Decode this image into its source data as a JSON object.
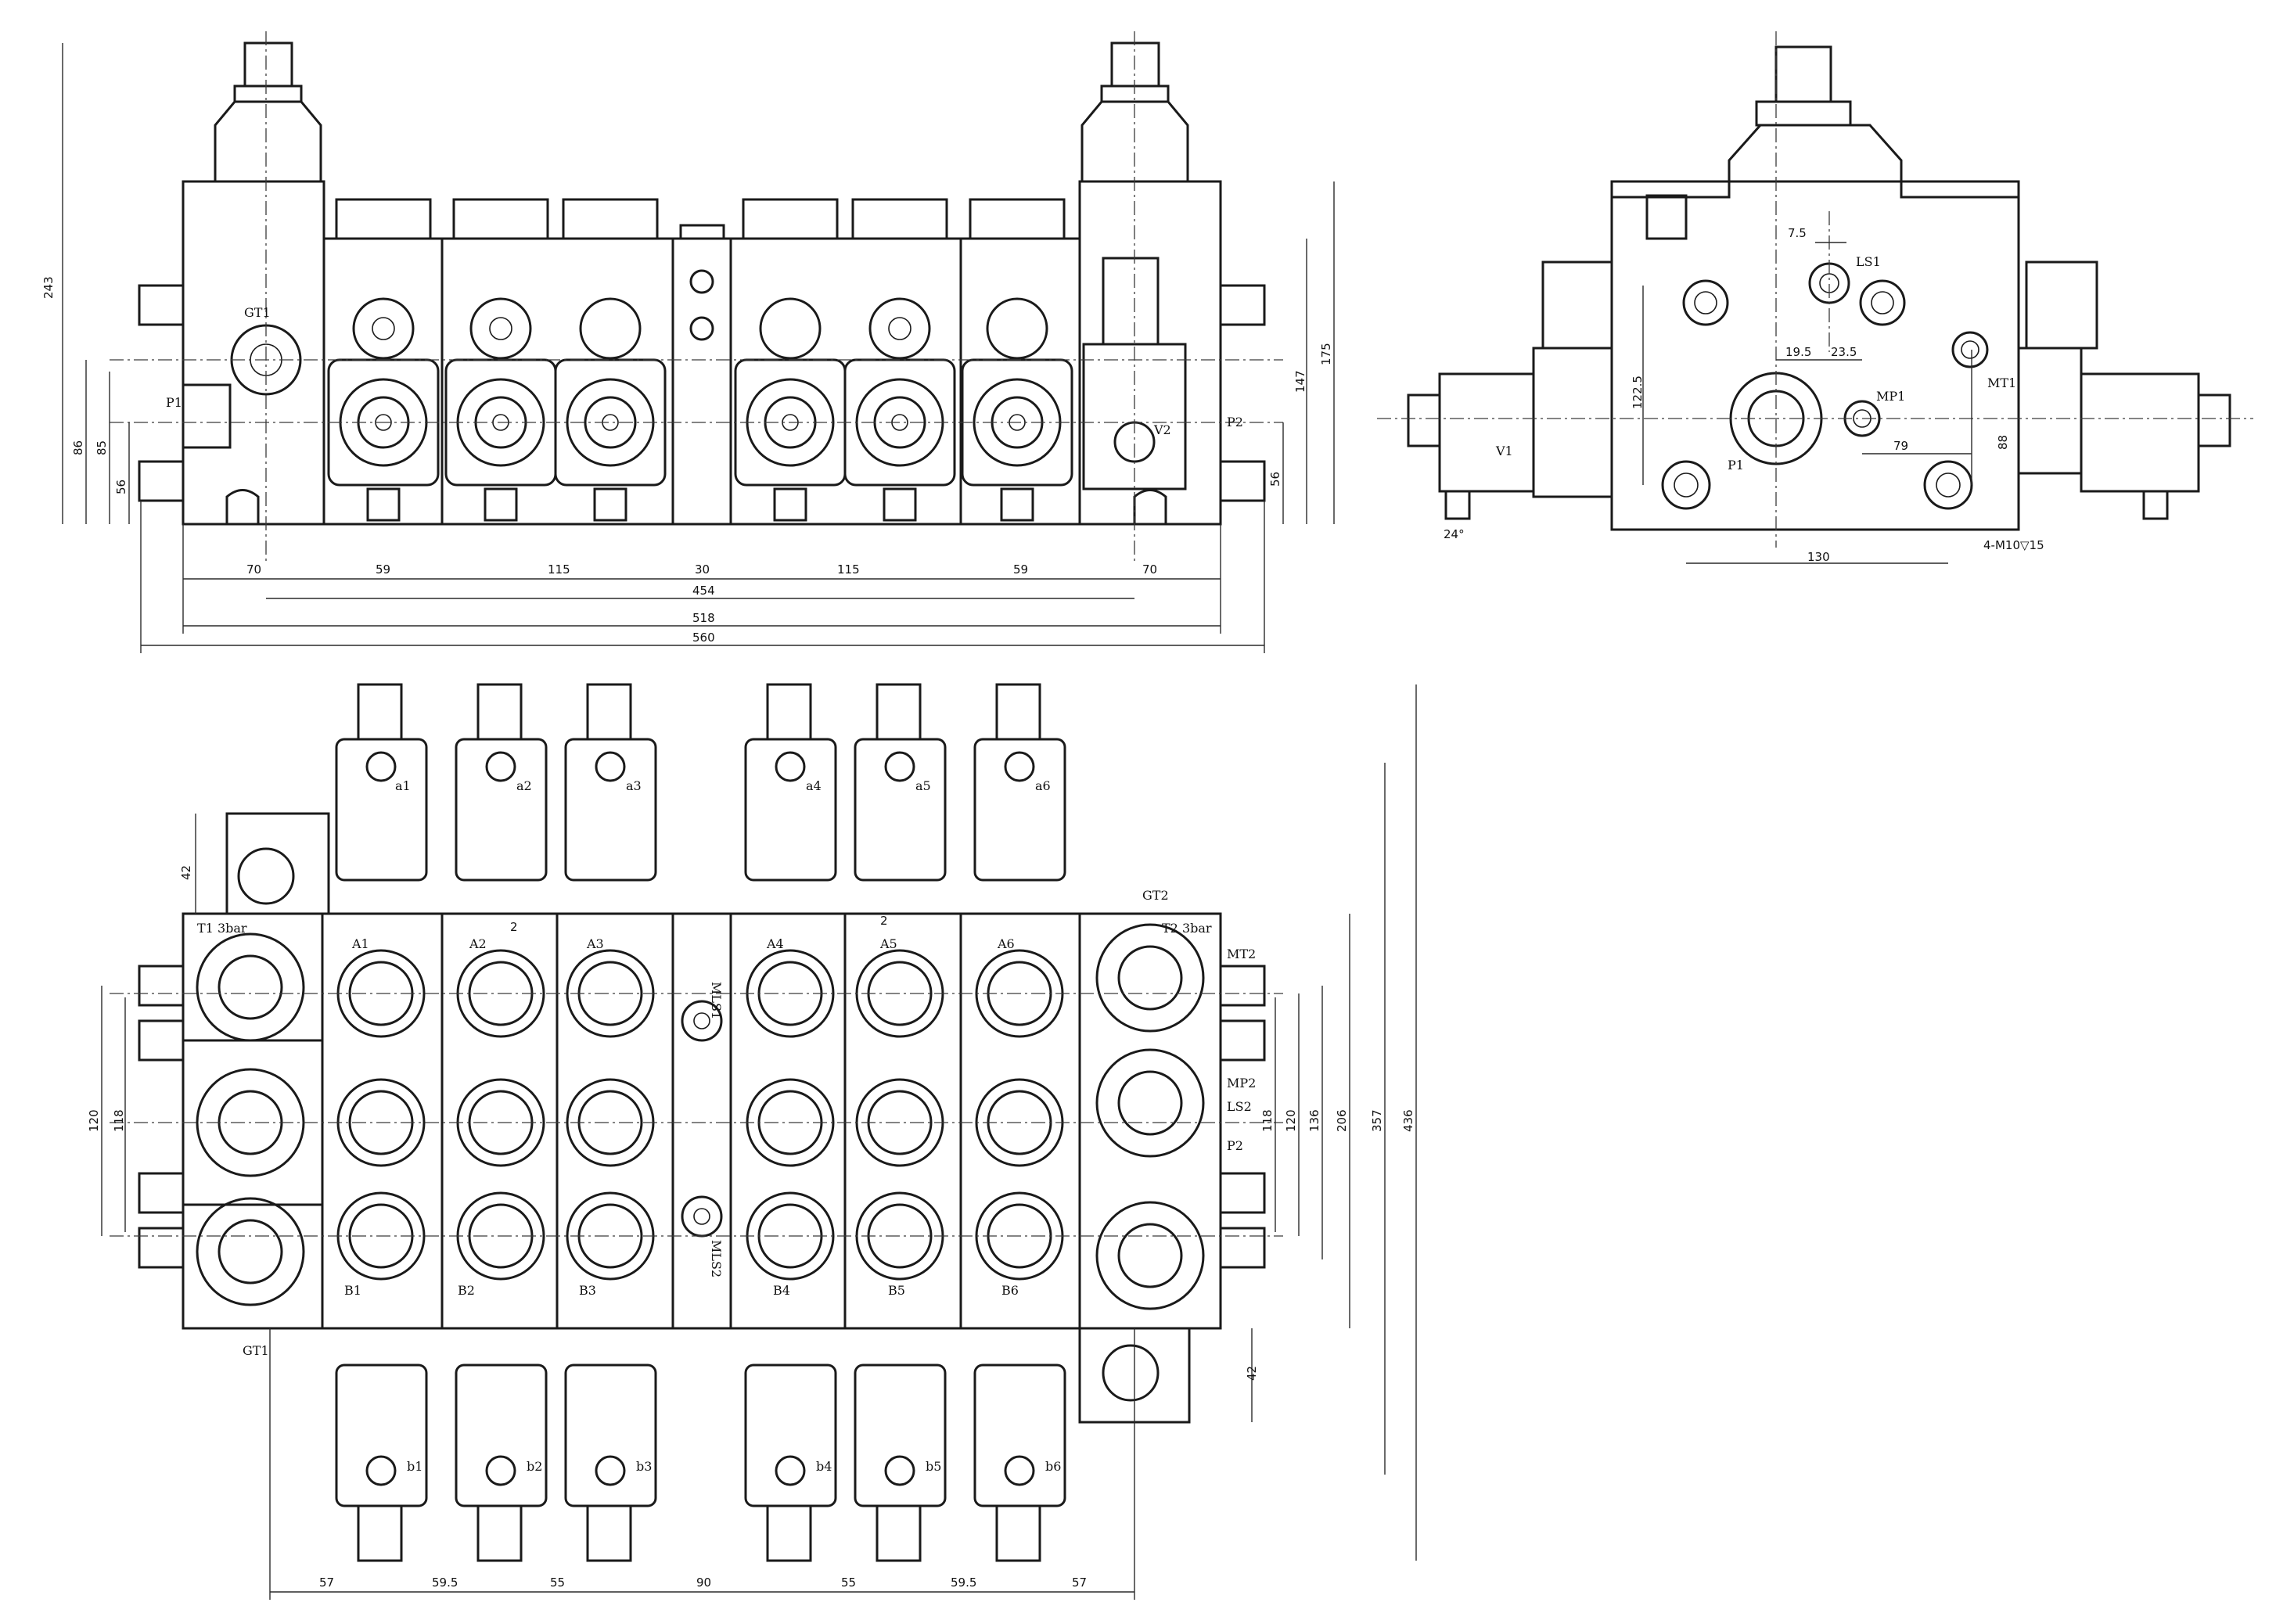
{
  "front_view": {
    "ports": {
      "gt1": "GT1",
      "p1": "P1",
      "v2": "V2",
      "p2": "P2"
    },
    "dims_bottom": [
      "70",
      "59",
      "115",
      "30",
      "115",
      "59",
      "70"
    ],
    "dims_overall": [
      "454",
      "518",
      "560"
    ],
    "dims_left": [
      "243",
      "86",
      "85",
      "56"
    ],
    "dims_right": [
      "175",
      "147",
      "56"
    ]
  },
  "side_view": {
    "ports": {
      "ls1": "LS1",
      "mp1": "MP1",
      "mt1": "MT1",
      "p1": "P1",
      "v1": "V1"
    },
    "dims": [
      "7.5",
      "19.5",
      "23.5",
      "122.5",
      "79",
      "88",
      "130",
      "4-M10▽15",
      "24°"
    ]
  },
  "top_view": {
    "a_ports": [
      "a1",
      "a2",
      "a3",
      "a4",
      "a5",
      "a6"
    ],
    "b_ports": [
      "b1",
      "b2",
      "b3",
      "b4",
      "b5",
      "b6"
    ],
    "A_ports": [
      "A1",
      "A2",
      "A3",
      "A4",
      "A5",
      "A6"
    ],
    "B_ports": [
      "B1",
      "B2",
      "B3",
      "B4",
      "B5",
      "B6"
    ],
    "t1": "T1 3bar",
    "t2": "T2 3bar",
    "gt1": "GT1",
    "gt2": "GT2",
    "mls1": "MLS1",
    "mls2": "MLS2",
    "mt2": "MT2",
    "mp2": "MP2",
    "ls2": "LS2",
    "p2": "P2",
    "dims_bottom": [
      "57",
      "59.5",
      "55",
      "90",
      "55",
      "59.5",
      "57"
    ],
    "dims_left": [
      "42",
      "120",
      "118"
    ],
    "dims_right": [
      "118",
      "120",
      "136",
      "206",
      "357",
      "436"
    ],
    "dim_bottom_right": "42",
    "dim_small": [
      "2",
      "2"
    ]
  }
}
